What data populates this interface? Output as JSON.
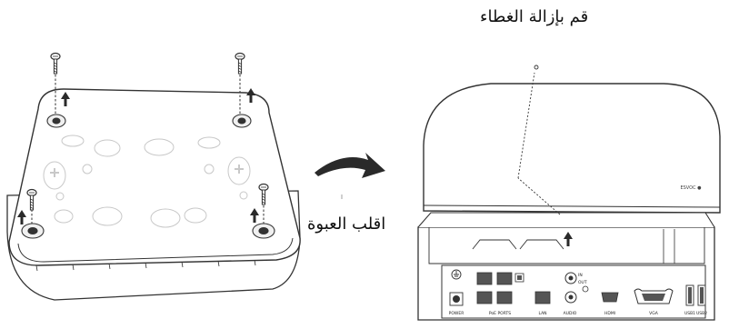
{
  "labels": {
    "flip_over": "اقلب العبوة",
    "remove_cover": "قم بإزالة الغطاء",
    "brand_mark": "ESVOC ●"
  },
  "rear_panel": {
    "power": "POWER",
    "poe_ports": "PoE PORTS",
    "lan": "LAN",
    "audio": "AUDIO",
    "hdmi": "HDMI",
    "vga": "VGA",
    "usb1": "USB1",
    "usb2": "USB2",
    "in": "IN",
    "out": "OUT"
  },
  "colors": {
    "line": "#333333",
    "arrow_fill": "#2a2a2a",
    "body_fill": "#ffffff",
    "hole_fill": "#f0f0f0"
  }
}
